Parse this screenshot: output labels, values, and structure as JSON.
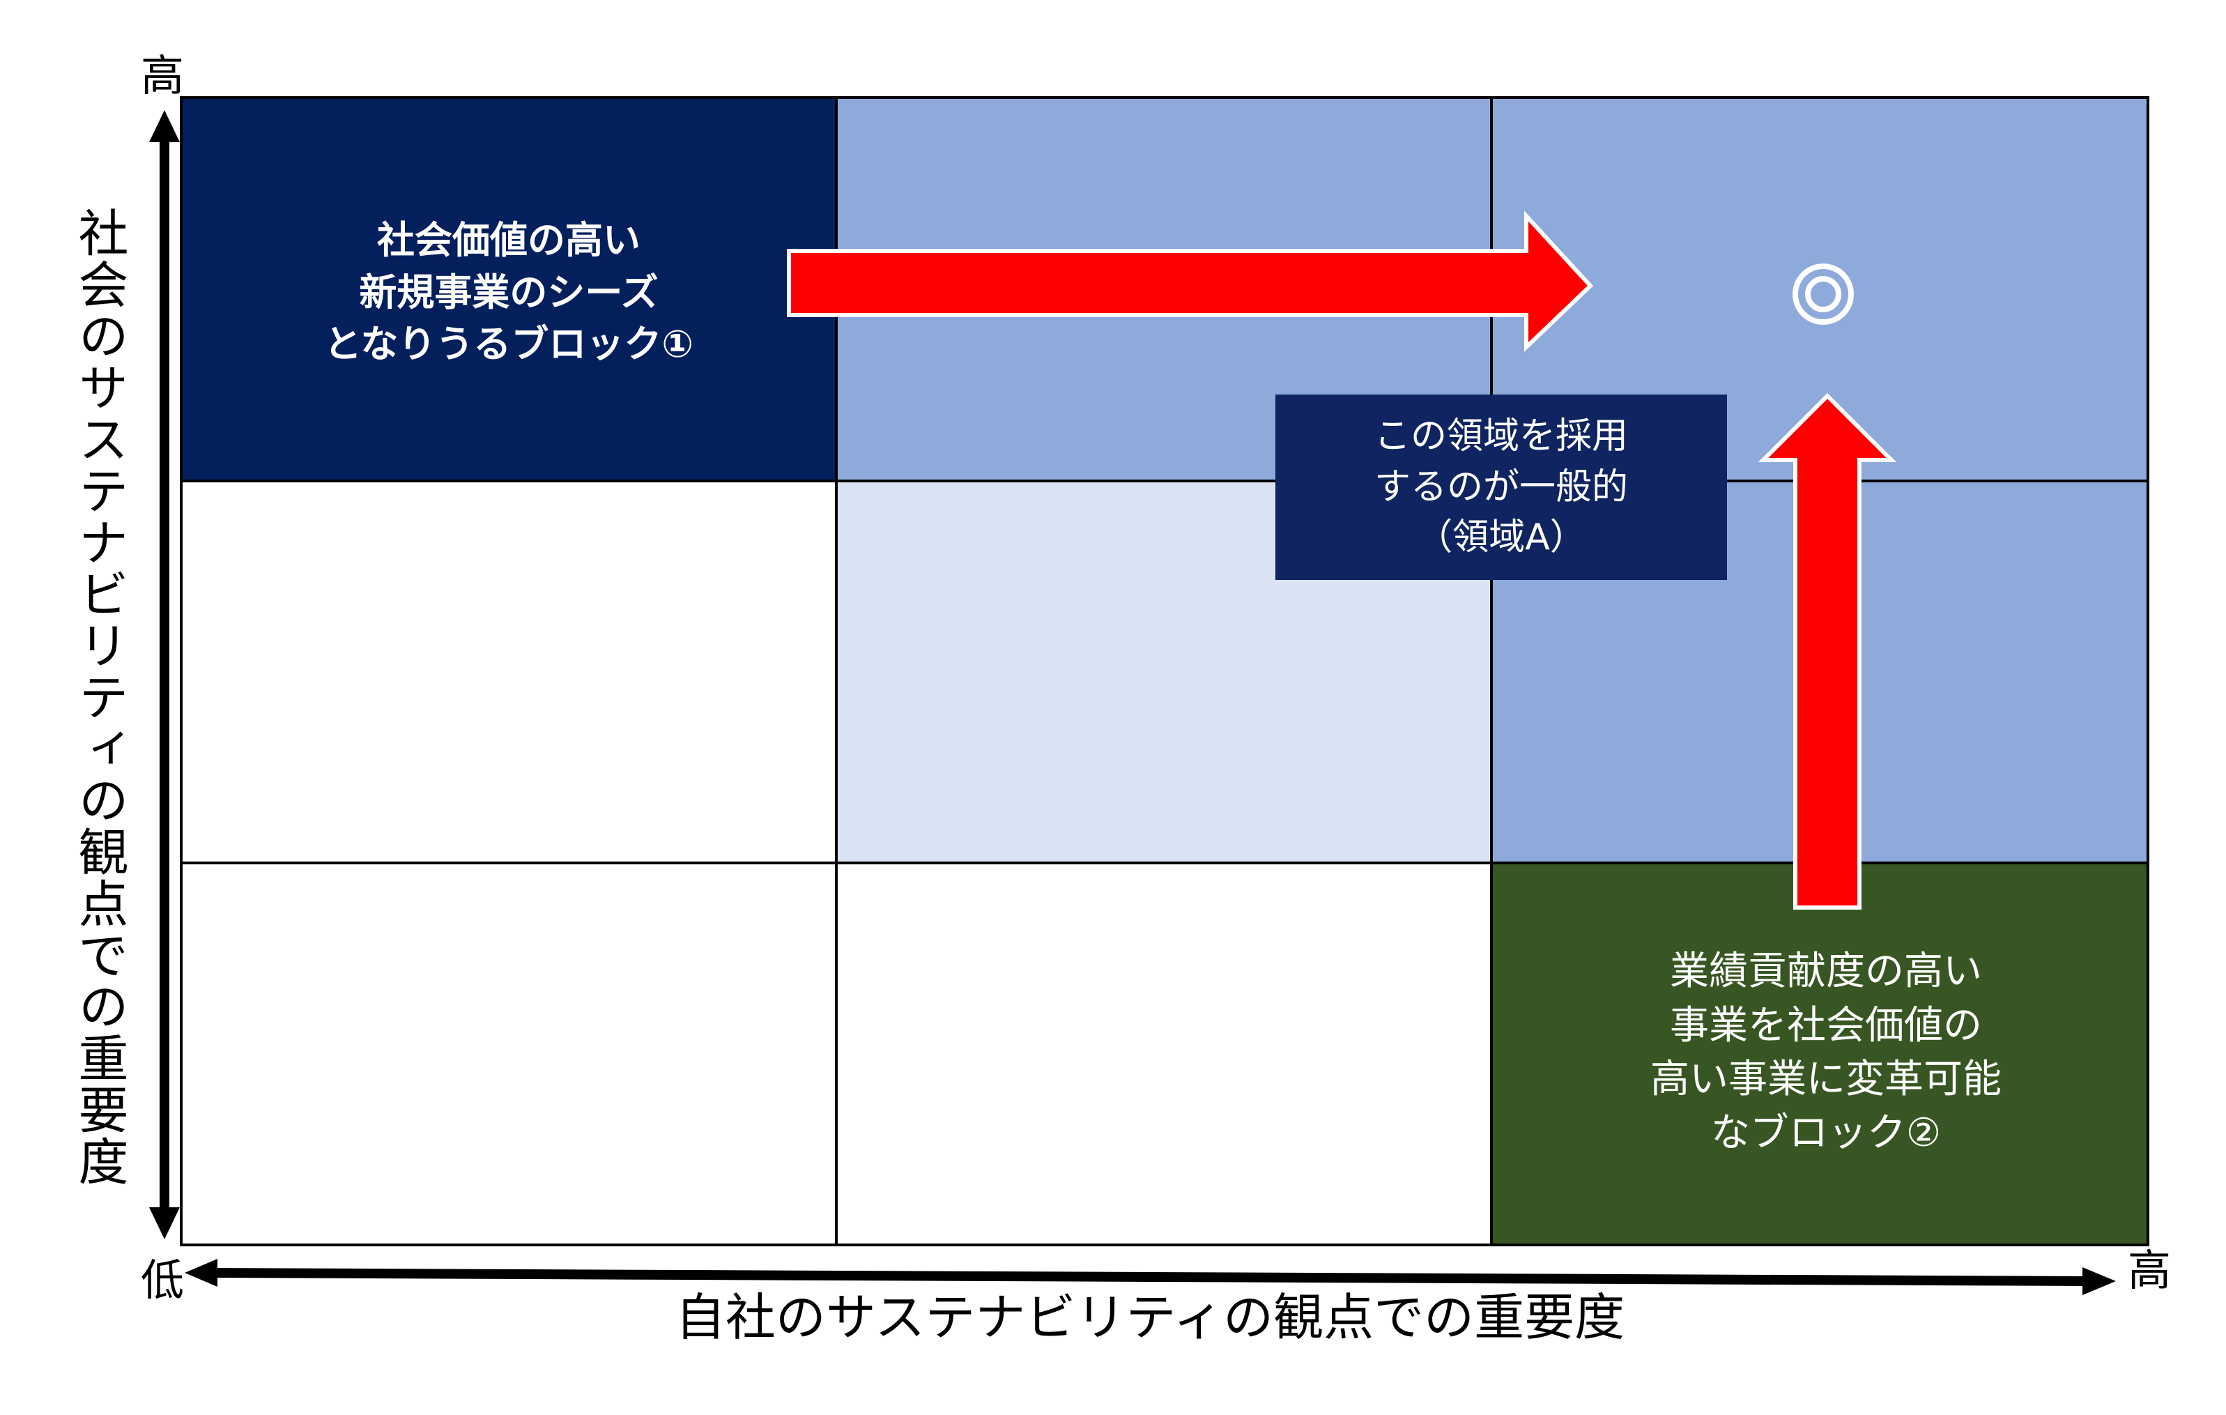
{
  "axes": {
    "y_title": "社会のサステナビリティの観点での重要度",
    "x_title": "自社のサステナビリティの観点での重要度",
    "y_high": "高",
    "origin_low": "低",
    "x_high": "高"
  },
  "cells": [
    {
      "row": 0,
      "col": 0,
      "color": "#03205d"
    },
    {
      "row": 0,
      "col": 1,
      "color": "#8eaadb"
    },
    {
      "row": 0,
      "col": 2,
      "color": "#8eaadb"
    },
    {
      "row": 1,
      "col": 0,
      "color": "#ffffff"
    },
    {
      "row": 1,
      "col": 1,
      "color": "#dae3f3"
    },
    {
      "row": 1,
      "col": 2,
      "color": "#8eaadb"
    },
    {
      "row": 2,
      "col": 0,
      "color": "#ffffff"
    },
    {
      "row": 2,
      "col": 1,
      "color": "#ffffff"
    },
    {
      "row": 2,
      "col": 2,
      "color": "#385623"
    }
  ],
  "block1": {
    "text": "社会価値の高い\n新規事業のシーズ\nとなりうるブロック①"
  },
  "block2": {
    "text": "業績貢献度の高い\n事業を社会価値の\n高い事業に変革可能\nなブロック②"
  },
  "area_a_label": {
    "text": "この領域を採用\nするのが一般的\n（領域A）"
  },
  "target_mark": "◎",
  "colors": {
    "arrow": "#ff0000",
    "arrow_outline": "#ffffff",
    "label_bg": "#0f2460"
  }
}
